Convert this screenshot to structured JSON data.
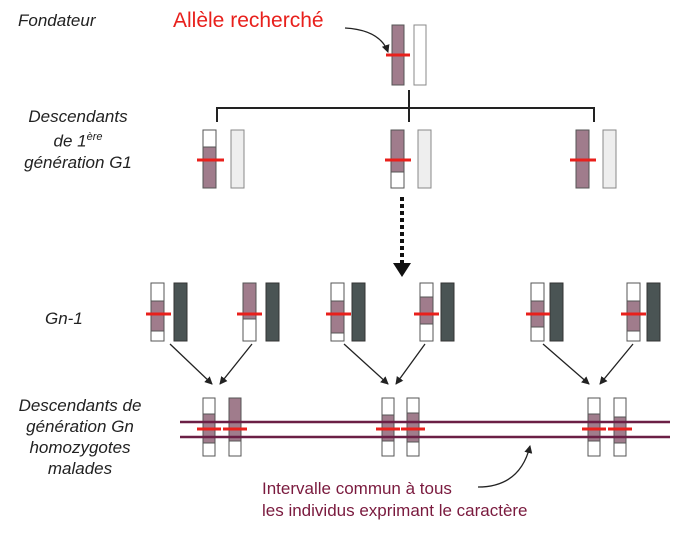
{
  "labels": {
    "fondateur": "Fondateur",
    "g1_line1": "Descendants",
    "g1_line2_prefix": "de 1",
    "g1_line2_sup": "ère",
    "g1_line3": "génération G1",
    "gn1": "Gn-1",
    "gn_line1": "Descendants de",
    "gn_line2": "génération Gn",
    "gn_line3": "homozygotes",
    "gn_line4": "malades"
  },
  "allele_label": "Allèle recherché",
  "interval_label": {
    "line1": "Intervalle commun à tous",
    "line2": "les individus exprimant le caractère"
  },
  "colors": {
    "mauve": "#a07c8c",
    "red": "#e8201c",
    "dark": "#4a5454",
    "light": "#eeeeee",
    "interval": "#6b1f45",
    "text": "#222222"
  }
}
